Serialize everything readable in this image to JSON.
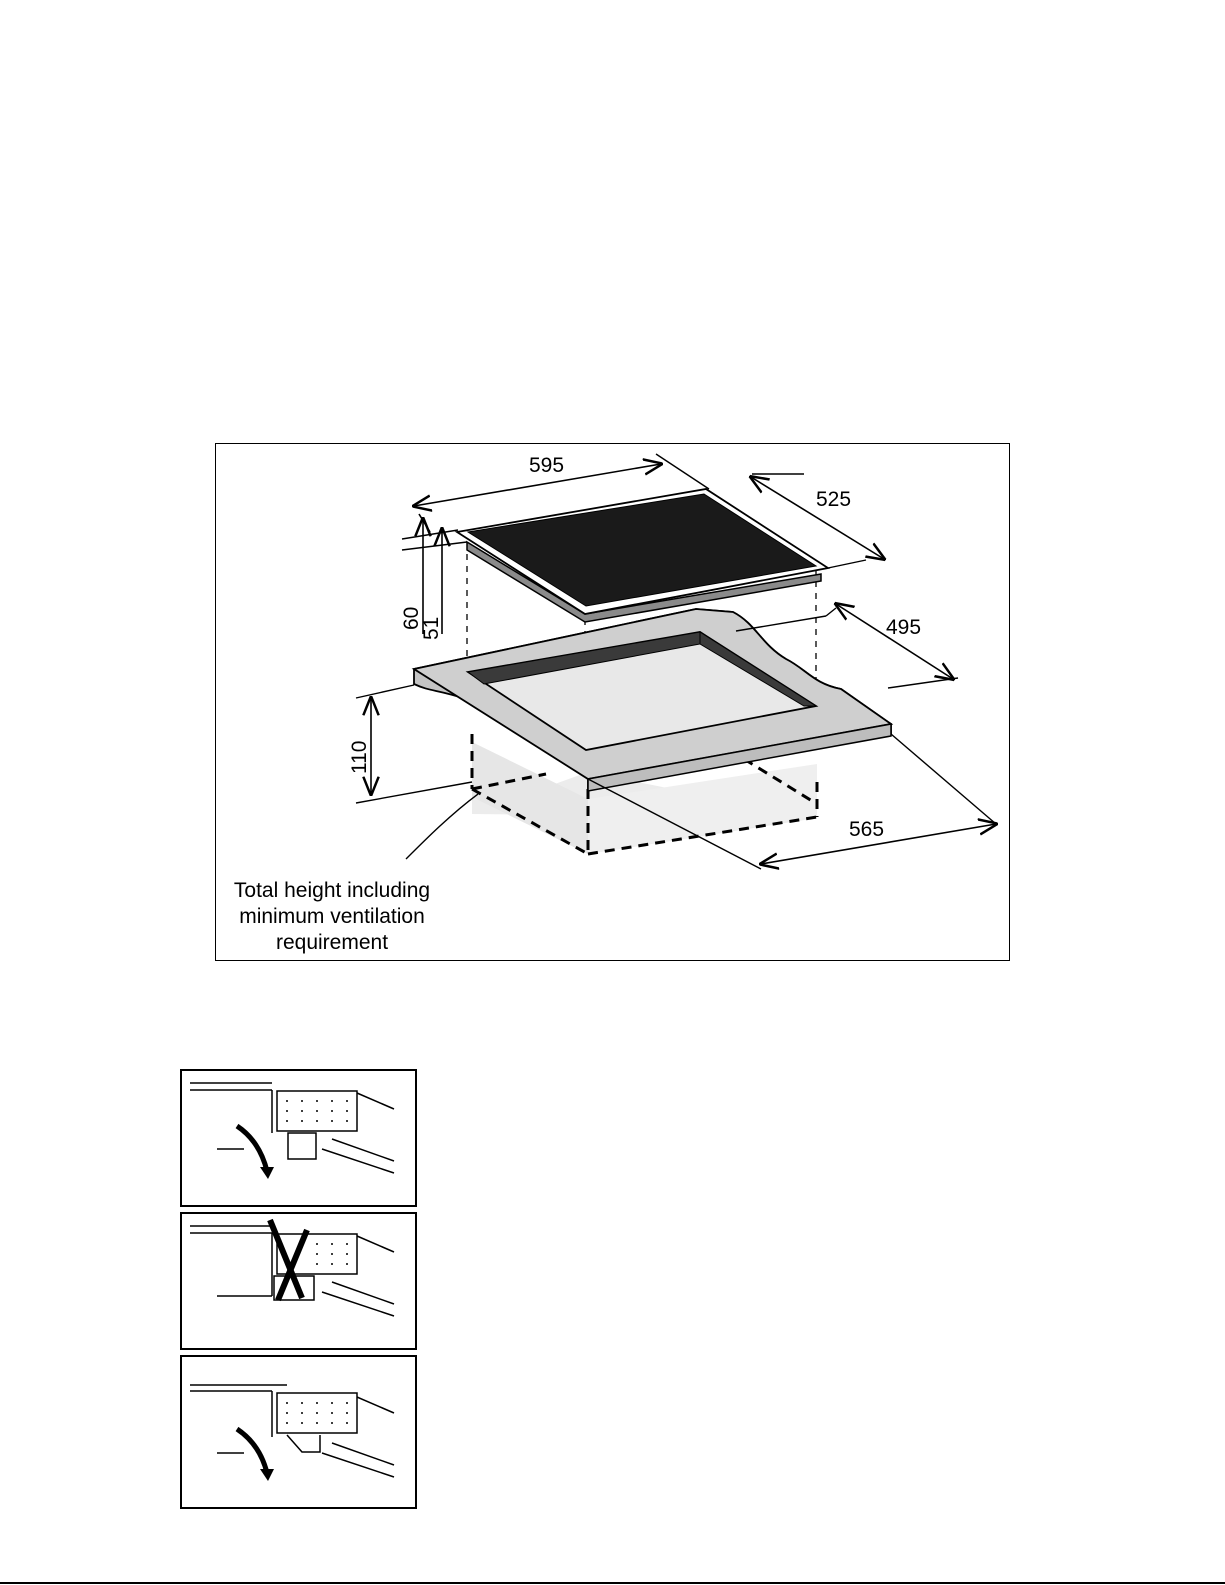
{
  "diagram": {
    "dimensions": {
      "width": "595",
      "depth": "525",
      "cutout_depth": "495",
      "cutout_width": "565",
      "height_total": "60",
      "height_below": "51",
      "cabinet_height": "110"
    },
    "caption": "Total height including\nminimum ventilation\nrequirement"
  },
  "ventilation_panels": [
    {
      "status": "correct"
    },
    {
      "status": "incorrect"
    },
    {
      "status": "correct"
    }
  ],
  "colors": {
    "hob_surface": "#1a1a1a",
    "worktop": "#c8c8c8",
    "cabinet": "#ececec",
    "line": "#000000"
  }
}
